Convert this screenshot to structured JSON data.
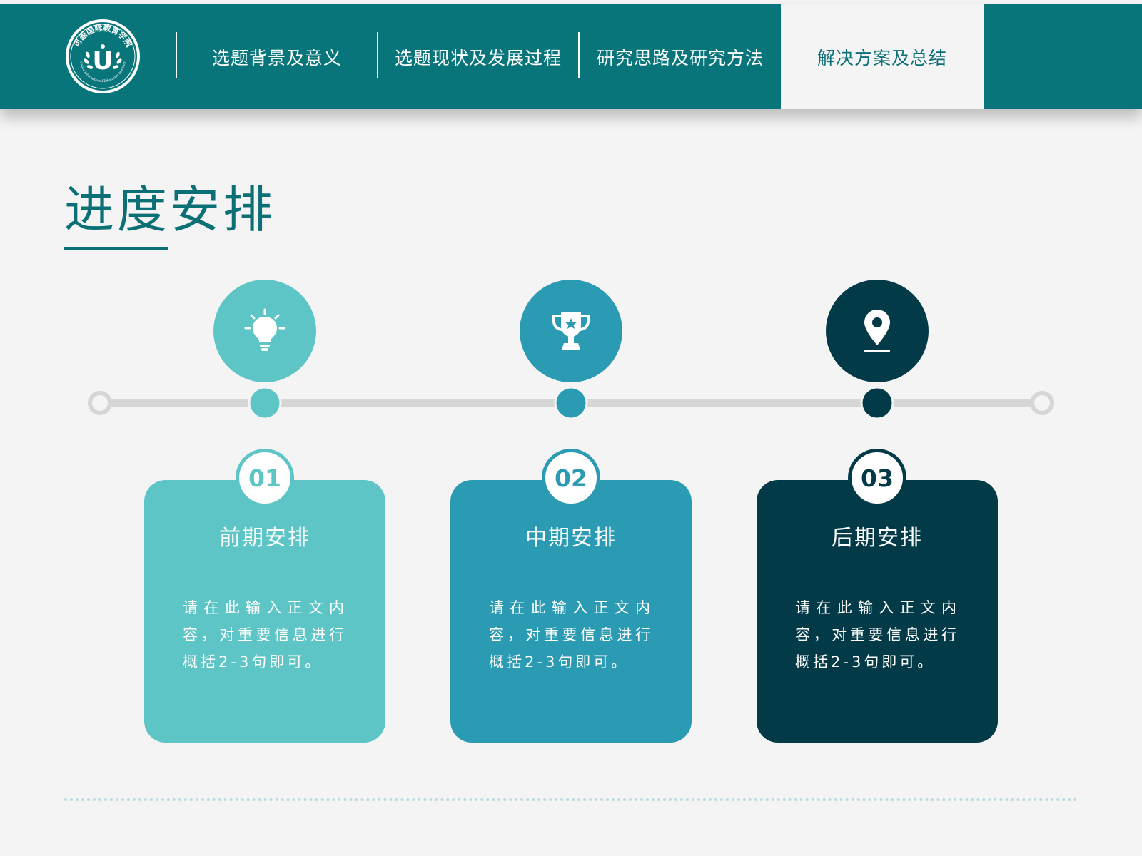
{
  "brand": {
    "logo_arc_text": "可画国际教育学院",
    "logo_bottom_text": "Canva International Education Institute",
    "logo_letter": "U"
  },
  "nav": {
    "items": [
      {
        "label": "选题背景及意义"
      },
      {
        "label": "选题现状及发展过程"
      },
      {
        "label": "研究思路及研究方法"
      },
      {
        "label": "解决方案及总结"
      }
    ],
    "active_index": 3
  },
  "page": {
    "title": "进度安排"
  },
  "colors": {
    "header": "#08757b",
    "stage1": "#5ec5c6",
    "stage2": "#2b9ab3",
    "stage3": "#033a47",
    "timeline": "#d6d6d6"
  },
  "stages": [
    {
      "number": "01",
      "title": "前期安排",
      "text": "请在此输入正文内容，对重要信息进行概括2-3句即可。",
      "icon": "lightbulb-icon"
    },
    {
      "number": "02",
      "title": "中期安排",
      "text": "请在此输入正文内容，对重要信息进行概括2-3句即可。",
      "icon": "trophy-icon"
    },
    {
      "number": "03",
      "title": "后期安排",
      "text": "请在此输入正文内容，对重要信息进行概括2-3句即可。",
      "icon": "location-pin-icon"
    }
  ]
}
